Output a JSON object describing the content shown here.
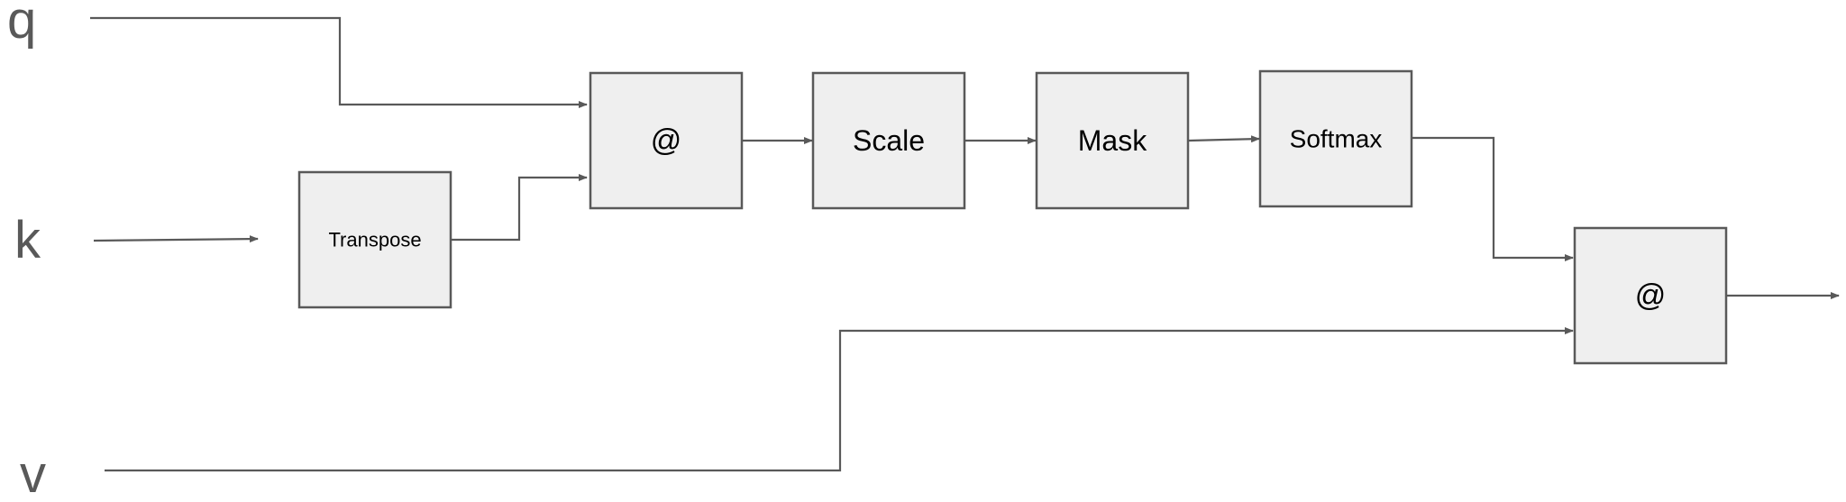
{
  "diagram": {
    "inputs": {
      "q": "q",
      "k": "k",
      "v": "v"
    },
    "nodes": {
      "transpose": "Transpose",
      "matmul_qk": "@",
      "scale": "Scale",
      "mask": "Mask",
      "softmax": "Softmax",
      "matmul_v": "@"
    },
    "colors": {
      "box_fill": "#efefef",
      "stroke": "#595959",
      "input_text": "#595959",
      "node_text": "#000000"
    }
  }
}
